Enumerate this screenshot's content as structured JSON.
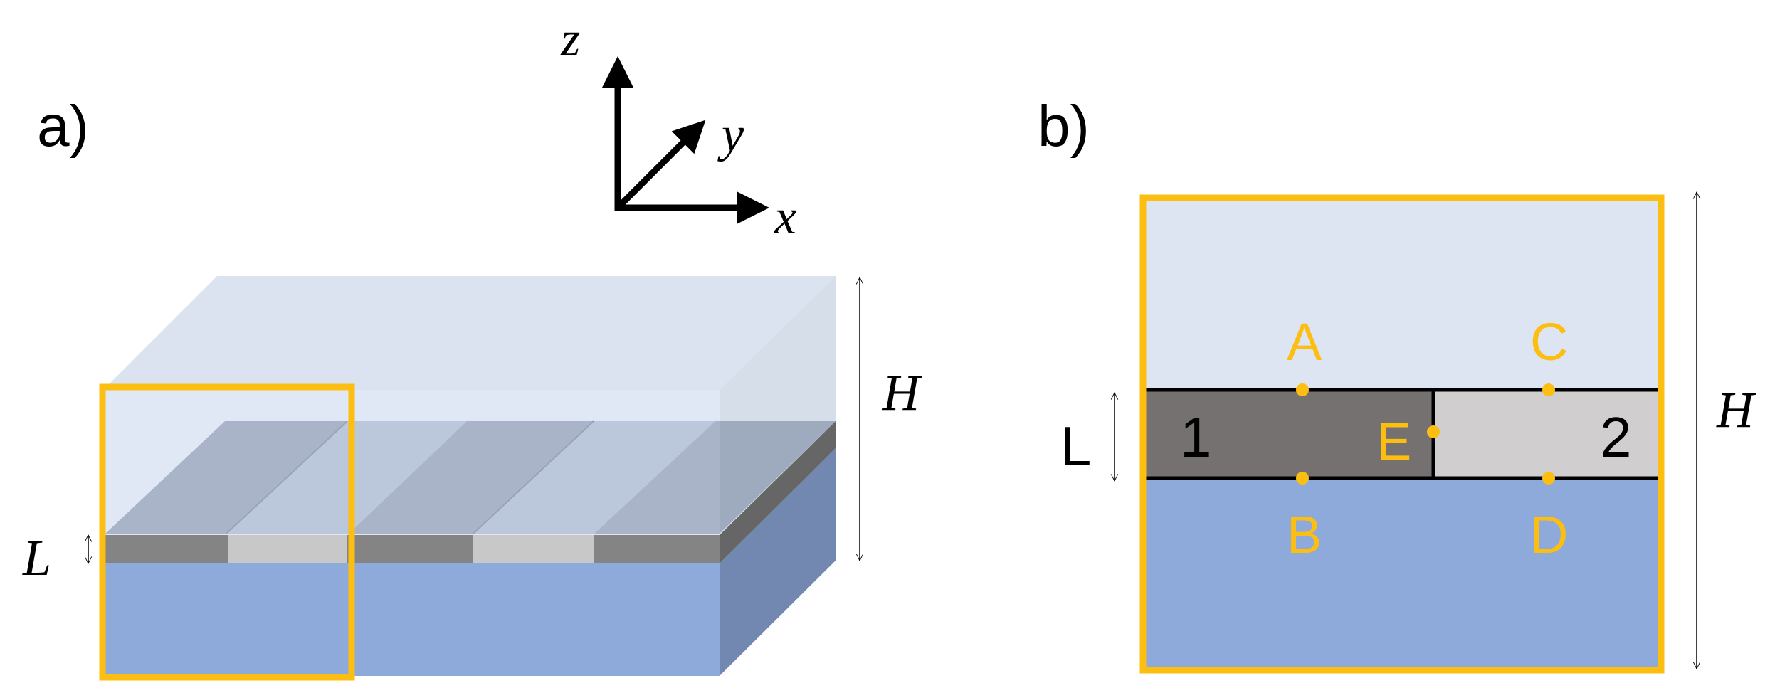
{
  "panels": {
    "a": {
      "label": "a)"
    },
    "b": {
      "label": "b)"
    }
  },
  "axes": {
    "x": "x",
    "y": "y",
    "z": "z"
  },
  "dimensions": {
    "height_label": "H",
    "thickness_label": "L"
  },
  "regions": {
    "left": "1",
    "right": "2"
  },
  "points": [
    "A",
    "B",
    "C",
    "D",
    "E"
  ],
  "colors": {
    "highlight": "#FDBE12",
    "top_layer": "#DDE5F2",
    "substrate": "#8EAADB",
    "substrate_side": "#7288B1",
    "dark_material": "#767171",
    "light_material": "#D0CECE",
    "strip_dark": "#848C9D",
    "strip_light": "#ABB5C6"
  }
}
